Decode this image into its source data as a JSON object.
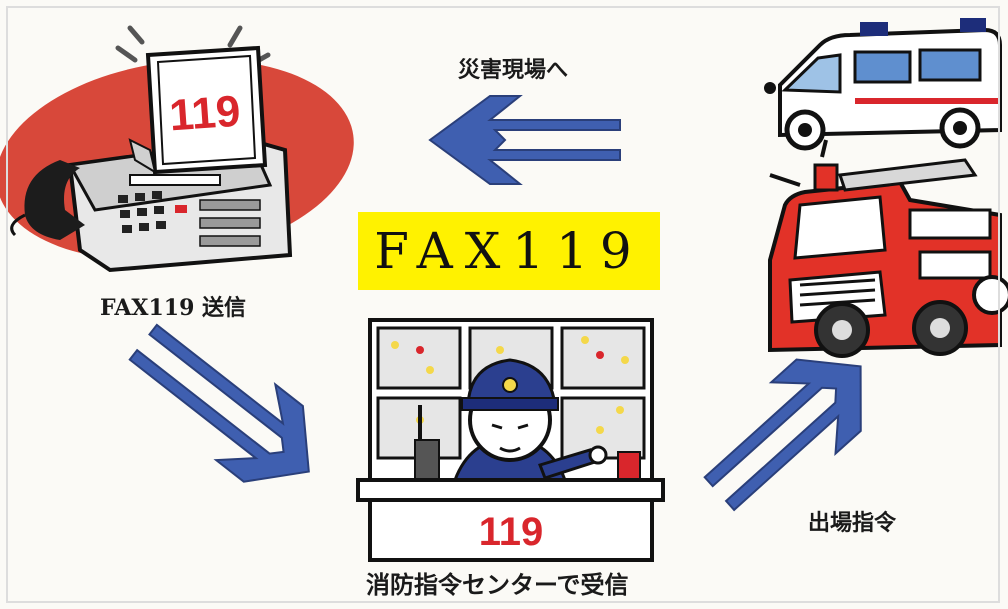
{
  "title": "FAX119",
  "labels": {
    "fax_send": "FAX119 送信",
    "to_scene": "災害現場へ",
    "dispatch": "出場指令",
    "center": "消防指令センターで受信"
  },
  "badges": {
    "fax_paper": "119",
    "console": "119"
  },
  "colors": {
    "arrow_blue": "#3f5fb0",
    "fax_ellipse": "#d8483a",
    "title_bg": "#fff200",
    "engine_red": "#e23228",
    "badge_red": "#d9262c"
  },
  "icons": [
    "fax-machine-icon",
    "ambulance-icon",
    "fire-engine-icon",
    "dispatcher-icon",
    "arrow-icon"
  ]
}
